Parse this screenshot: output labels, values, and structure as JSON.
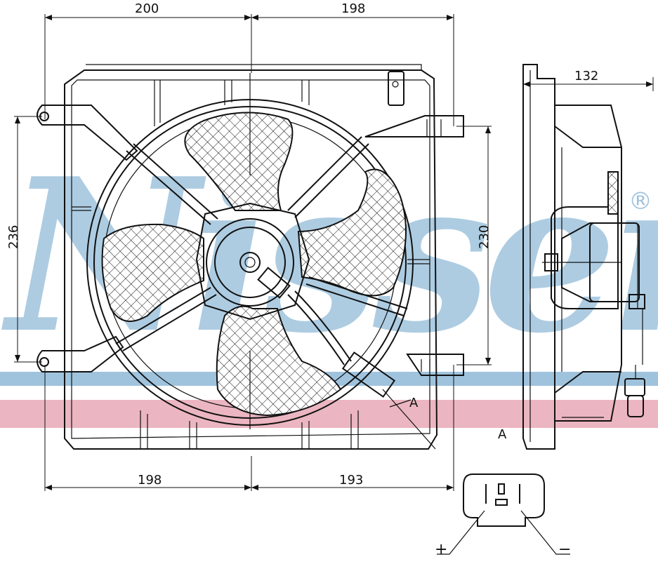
{
  "brand": {
    "watermark": "Nissens",
    "registered_mark": "®",
    "band_blue": "#9fc3dd",
    "band_red": "#e8a9b6"
  },
  "dimensions": {
    "top_left": "200",
    "top_right": "198",
    "bottom_left": "198",
    "bottom_right": "193",
    "left_height": "236",
    "right_height": "230",
    "side_depth": "132"
  },
  "labels": {
    "detail_a_callout": "A",
    "detail_a_title": "A",
    "plus": "+",
    "minus": "−"
  },
  "icons": [
    "fan-shroud-front-view",
    "fan-blade",
    "motor-hub",
    "connector-plug",
    "fan-side-view"
  ]
}
